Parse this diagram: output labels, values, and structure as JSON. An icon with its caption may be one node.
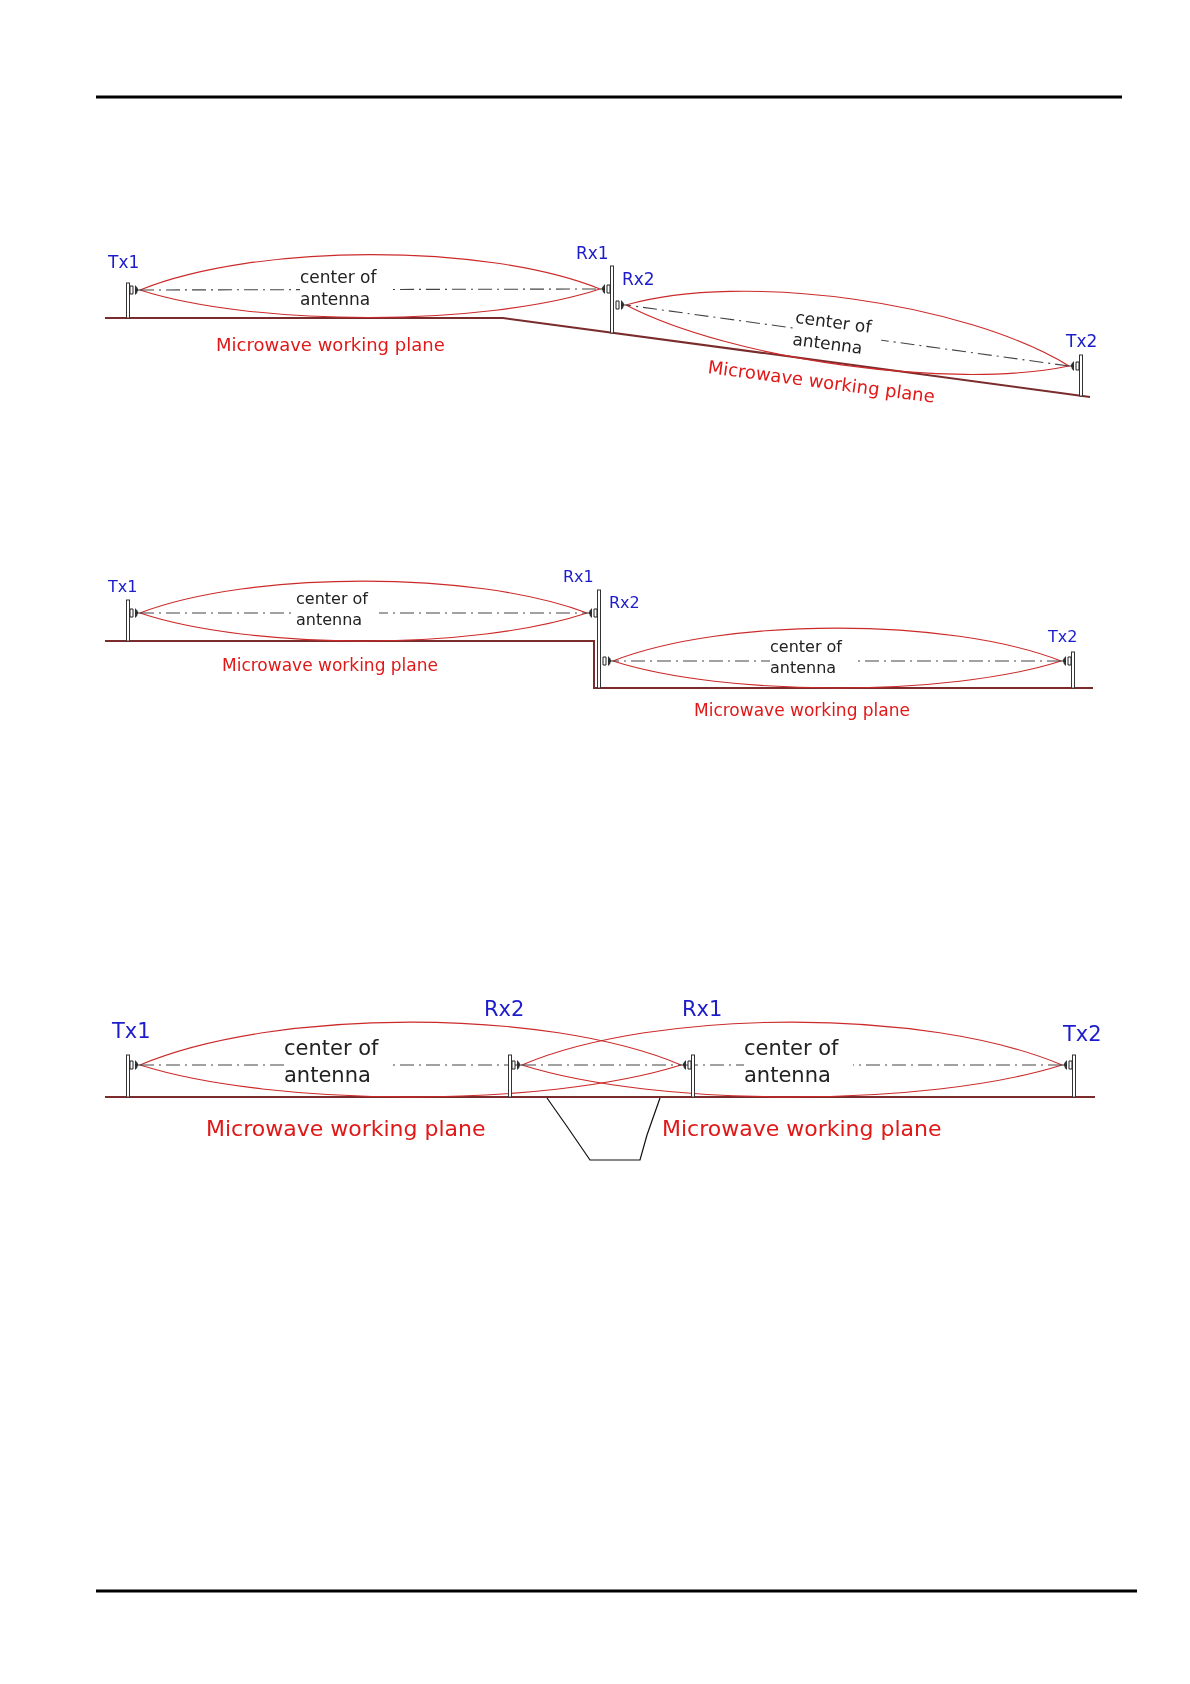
{
  "diagram": {
    "nodes": [
      {
        "text": [
          "Tx1"
        ]
      },
      {
        "text": [
          "Rx1"
        ]
      },
      {
        "text": [
          "Rx2"
        ]
      },
      {
        "text": [
          "Tx2"
        ]
      },
      {
        "text": [
          "Tx1"
        ]
      },
      {
        "text": [
          "Rx1"
        ]
      },
      {
        "text": [
          "Rx2"
        ]
      },
      {
        "text": [
          "Tx2"
        ]
      },
      {
        "text": [
          "Tx1"
        ]
      },
      {
        "text": [
          "Rx2"
        ]
      },
      {
        "text": [
          "Rx1"
        ]
      },
      {
        "text": [
          "Tx2"
        ]
      }
    ],
    "edges": [
      {
        "from": 0,
        "to": 1,
        "arrow": "none",
        "label": "center of antenna",
        "style": "dashed"
      },
      {
        "from": 3,
        "to": 2,
        "arrow": "none",
        "label": "center of antenna",
        "style": "dashed"
      },
      {
        "from": 4,
        "to": 5,
        "arrow": "none",
        "label": "center of antenna",
        "style": "dashed"
      },
      {
        "from": 7,
        "to": 6,
        "arrow": "none",
        "label": "center of antenna",
        "style": "dashed"
      },
      {
        "from": 8,
        "to": 9,
        "arrow": "none",
        "label": "center of antenna",
        "style": "dashed"
      },
      {
        "from": 9,
        "to": 10,
        "arrow": "none",
        "style": "dashed"
      },
      {
        "from": 11,
        "to": 10,
        "arrow": "none",
        "label": "center of antenna",
        "style": "dashed"
      }
    ],
    "labels": [
      "Microwave working plane",
      "Microwave working plane",
      "Microwave working plane",
      "Microwave working plane",
      "Microwave working plane",
      "Microwave working plane"
    ]
  }
}
